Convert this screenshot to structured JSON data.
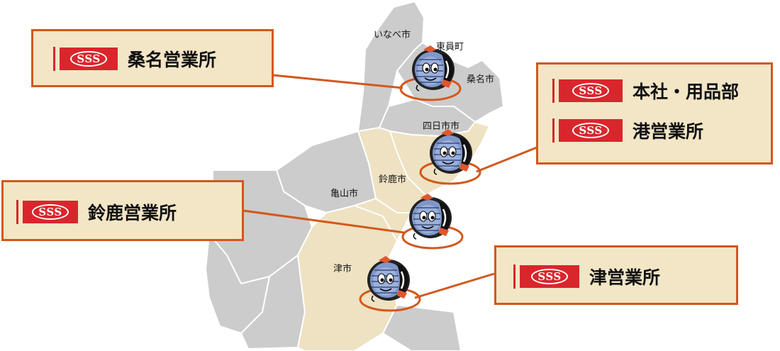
{
  "cities": {
    "inabe": "いなべ市",
    "toin": "東員町",
    "kuwana": "桑名市",
    "yokkaichi": "四日市市",
    "suzuka": "鈴鹿市",
    "kameyama": "亀山市",
    "tsu": "津市"
  },
  "logo_text": "SSS",
  "offices": {
    "kuwana": "桑名営業所",
    "honsha": "本社・用品部",
    "minato": "港営業所",
    "suzuka": "鈴鹿営業所",
    "tsu": "津営業所"
  },
  "colors": {
    "highlight_region": "#eee2c2",
    "other_region": "#cccccc",
    "card_bg": "#f2e6c6",
    "accent_orange": "#d2581c",
    "logo_red": "#d9262c"
  },
  "icons": [
    "tire-mascot-icon"
  ]
}
